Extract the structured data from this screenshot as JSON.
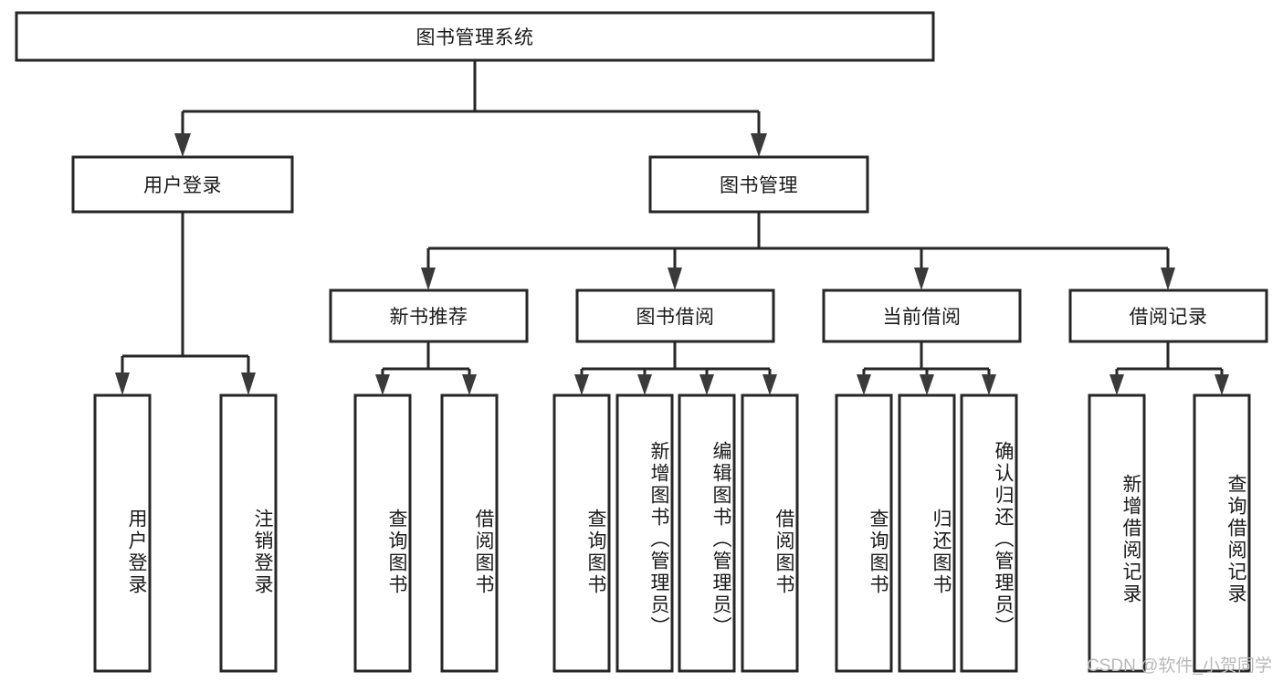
{
  "diagram": {
    "type": "tree",
    "title": "图书管理系统",
    "watermark": "CSDN @软件_小贺同学",
    "colors": {
      "stroke": "#262626",
      "fill": "#ffffff",
      "text": "#1a1a1a",
      "watermark": "#b9b9b9"
    },
    "nodes": {
      "root": {
        "label": "图书管理系统"
      },
      "level2": [
        {
          "id": "user-login",
          "label": "用户登录"
        },
        {
          "id": "book-manage",
          "label": "图书管理"
        }
      ],
      "level3": [
        {
          "id": "new-book-recommend",
          "label": "新书推荐"
        },
        {
          "id": "book-borrow",
          "label": "图书借阅"
        },
        {
          "id": "current-borrow",
          "label": "当前借阅"
        },
        {
          "id": "borrow-record",
          "label": "借阅记录"
        }
      ],
      "leaves": [
        {
          "id": "leaf-user-login",
          "label": "用户登录",
          "parent": "user-login"
        },
        {
          "id": "leaf-logout-login",
          "label": "注销登录",
          "parent": "user-login"
        },
        {
          "id": "leaf-query-book-1",
          "label": "查询图书",
          "parent": "new-book-recommend"
        },
        {
          "id": "leaf-borrow-book-1",
          "label": "借阅图书",
          "parent": "new-book-recommend"
        },
        {
          "id": "leaf-query-book-2",
          "label": "查询图书",
          "parent": "book-borrow"
        },
        {
          "id": "leaf-add-book-admin",
          "label": "新增图书（管理员）",
          "parent": "book-borrow"
        },
        {
          "id": "leaf-edit-book-admin",
          "label": "编辑图书（管理员）",
          "parent": "book-borrow"
        },
        {
          "id": "leaf-borrow-book-2",
          "label": "借阅图书",
          "parent": "book-borrow"
        },
        {
          "id": "leaf-query-book-3",
          "label": "查询图书",
          "parent": "current-borrow"
        },
        {
          "id": "leaf-return-book",
          "label": "归还图书",
          "parent": "current-borrow"
        },
        {
          "id": "leaf-confirm-return-admin",
          "label": "确认归还（管理员）",
          "parent": "current-borrow"
        },
        {
          "id": "leaf-add-borrow-record",
          "label": "新增借阅记录",
          "parent": "borrow-record"
        },
        {
          "id": "leaf-query-borrow-record",
          "label": "查询借阅记录",
          "parent": "borrow-record"
        }
      ]
    }
  }
}
